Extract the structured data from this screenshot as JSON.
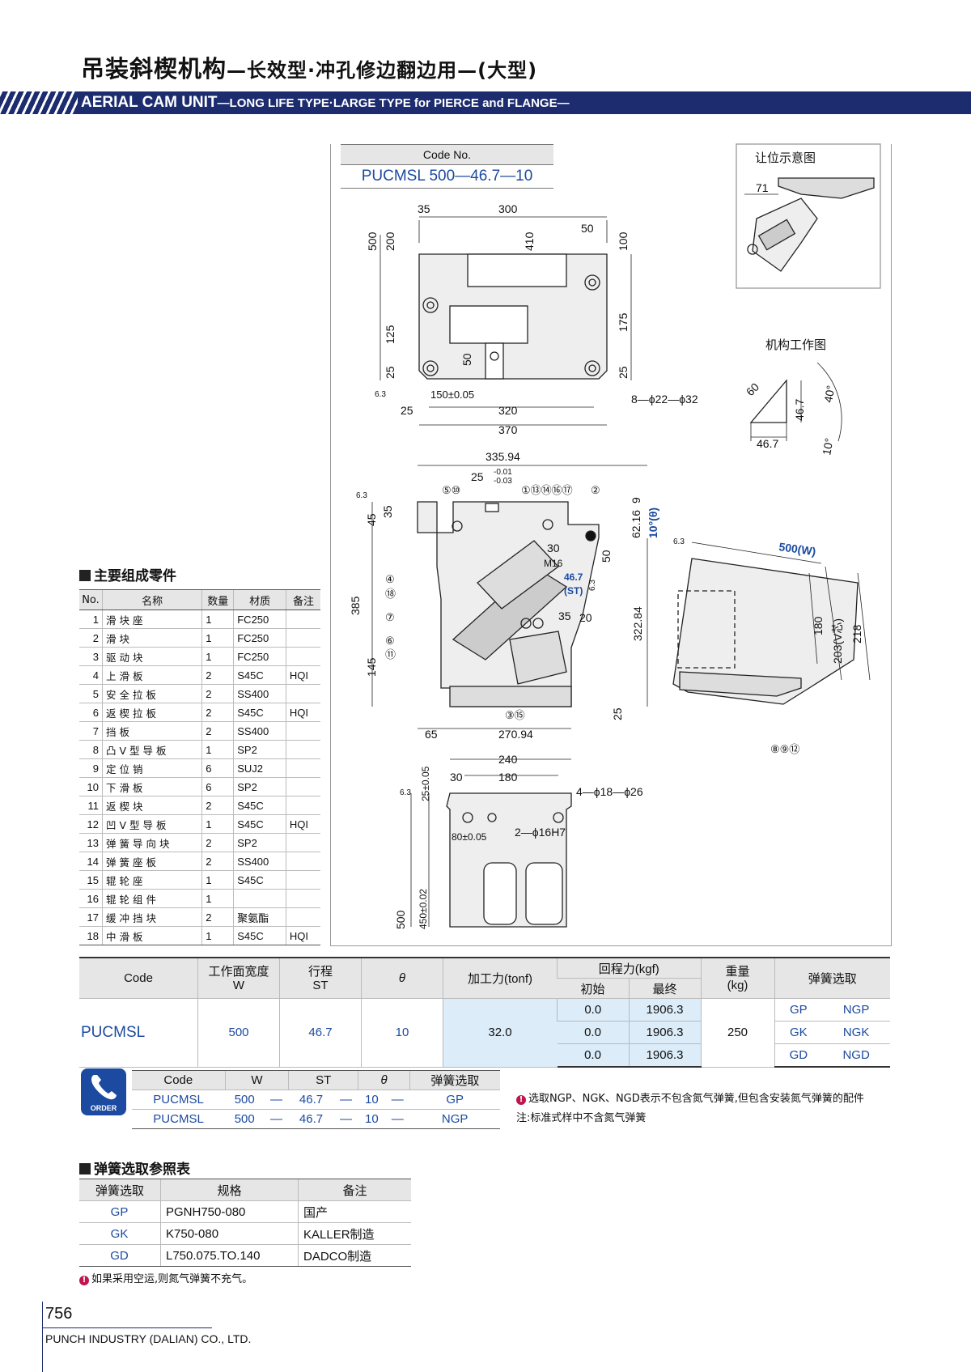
{
  "header": {
    "title_cn": "吊装斜楔机构",
    "title_cn_sub": "—长效型·冲孔修边翻边用—(大型)",
    "title_en": "AERIAL CAM UNIT",
    "title_en_sub": "—LONG LIFE TYPE·LARGE TYPE for PIERCE and FLANGE—"
  },
  "code_box": {
    "header": "Code No.",
    "value": "PUCMSL 500—46.7—10"
  },
  "drawing": {
    "clearance_title": "让位示意图",
    "mechanism_title": "机构工作图",
    "top_view": {
      "dims": [
        "35",
        "300",
        "500",
        "200",
        "410",
        "50",
        "100",
        "125",
        "50",
        "175",
        "25",
        "25",
        "150±0.05",
        "25",
        "320",
        "370"
      ],
      "holes_note": "8—ϕ22—ϕ32",
      "surface": "6.3"
    },
    "front_view": {
      "dims": [
        "335.94",
        "25",
        "-0.01",
        "-0.03",
        "9",
        "62.16",
        "10°(θ)",
        "45",
        "35",
        "30",
        "50",
        "M16",
        "46.7",
        "(ST)",
        "6.3",
        "385",
        "35",
        "20",
        "322.84",
        "145",
        "25",
        "65",
        "270.94"
      ],
      "balloons": [
        "⑤⑩",
        "①⑬⑭⑯⑰",
        "②",
        "④",
        "⑱",
        "⑦",
        "⑥",
        "⑪",
        "③⑮"
      ],
      "surface": "6.3"
    },
    "side_view": {
      "dims": [
        "500(W)",
        "180",
        "203(V芯)",
        "218"
      ],
      "balloons": "⑧⑨⑫",
      "surface": "6.3"
    },
    "bottom_view": {
      "dims": [
        "240",
        "180",
        "30",
        "25±0.05",
        "80±0.05",
        "500",
        "450±0.02"
      ],
      "holes_note_1": "4—ϕ18—ϕ26",
      "holes_note_2": "2—ϕ16H7",
      "surface": "6.3"
    },
    "clearance_dim": "71",
    "mechanism_dims": [
      "60",
      "46.7",
      "40°",
      "46.7",
      "10°"
    ]
  },
  "parts": {
    "title": "主要组成零件",
    "headers": [
      "No.",
      "名称",
      "数量",
      "材质",
      "备注"
    ],
    "rows": [
      [
        "1",
        "滑块座",
        "1",
        "FC250",
        ""
      ],
      [
        "2",
        "滑块",
        "1",
        "FC250",
        ""
      ],
      [
        "3",
        "驱动块",
        "1",
        "FC250",
        ""
      ],
      [
        "4",
        "上滑板",
        "2",
        "S45C",
        "HQI"
      ],
      [
        "5",
        "安全拉板",
        "2",
        "SS400",
        ""
      ],
      [
        "6",
        "返楔拉板",
        "2",
        "S45C",
        "HQI"
      ],
      [
        "7",
        "挡板",
        "2",
        "SS400",
        ""
      ],
      [
        "8",
        "凸V型导板",
        "1",
        "SP2",
        ""
      ],
      [
        "9",
        "定位销",
        "6",
        "SUJ2",
        ""
      ],
      [
        "10",
        "下滑板",
        "6",
        "SP2",
        ""
      ],
      [
        "11",
        "返楔块",
        "2",
        "S45C",
        ""
      ],
      [
        "12",
        "凹V型导板",
        "1",
        "S45C",
        "HQI"
      ],
      [
        "13",
        "弹簧导向块",
        "2",
        "SP2",
        ""
      ],
      [
        "14",
        "弹簧座板",
        "2",
        "SS400",
        ""
      ],
      [
        "15",
        "辊轮座",
        "1",
        "S45C",
        ""
      ],
      [
        "16",
        "辊轮组件",
        "1",
        "",
        ""
      ],
      [
        "17",
        "缓冲挡块",
        "2",
        "聚氨酯",
        ""
      ],
      [
        "18",
        "中滑板",
        "1",
        "S45C",
        "HQI"
      ]
    ]
  },
  "spec": {
    "headers": {
      "code": "Code",
      "width": "工作面宽度",
      "width_sym": "W",
      "stroke": "行程",
      "stroke_sym": "ST",
      "theta": "θ",
      "force": "加工力(tonf)",
      "return_force": "回程力(kgf)",
      "initial": "初始",
      "final": "最终",
      "weight": "重量",
      "weight_unit": "(kg)",
      "spring": "弹簧选取"
    },
    "code": "PUCMSL",
    "width": "500",
    "stroke": "46.7",
    "theta": "10",
    "force": "32.0",
    "return_rows": [
      [
        "0.0",
        "1906.3"
      ],
      [
        "0.0",
        "1906.3"
      ],
      [
        "0.0",
        "1906.3"
      ]
    ],
    "weight": "250",
    "spring_rows": [
      [
        "GP",
        "NGP"
      ],
      [
        "GK",
        "NGK"
      ],
      [
        "GD",
        "NGD"
      ]
    ]
  },
  "order": {
    "badge": "ORDER",
    "headers": [
      "Code",
      "W",
      "ST",
      "θ",
      "弹簧选取"
    ],
    "rows": [
      [
        "PUCMSL",
        "500",
        "—",
        "46.7",
        "—",
        "10",
        "—",
        "GP"
      ],
      [
        "PUCMSL",
        "500",
        "—",
        "46.7",
        "—",
        "10",
        "—",
        "NGP"
      ]
    ],
    "note1": "选取NGP、NGK、NGD表示不包含氮气弹簧,但包含安装氮气弹簧的配件",
    "note2": "注:标准式样中不含氮气弹簧"
  },
  "springs": {
    "title": "弹簧选取参照表",
    "headers": [
      "弹簧选取",
      "规格",
      "备注"
    ],
    "rows": [
      [
        "GP",
        "PGNH750-080",
        "国产"
      ],
      [
        "GK",
        "K750-080",
        "KALLER制造"
      ],
      [
        "GD",
        "L750.075.TO.140",
        "DADCO制造"
      ]
    ],
    "note": "如果采用空运,则氮气弹簧不充气。"
  },
  "footer": {
    "page": "756",
    "company": "PUNCH INDUSTRY (DALIAN) CO., LTD."
  }
}
